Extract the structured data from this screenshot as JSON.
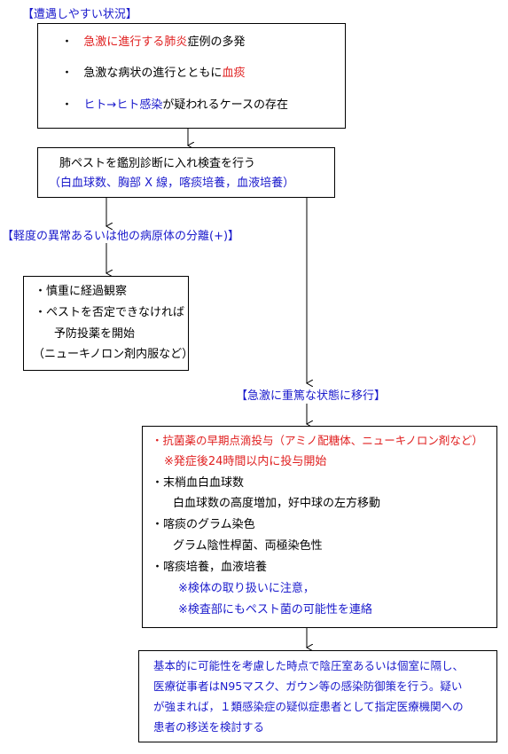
{
  "labels": {
    "situation": "【遭遇しやすい状況】",
    "mild": "【軽度の異常あるいは他の病原体の分離(+)】",
    "severe": "【急激に重篤な状態に移行】"
  },
  "situation_box": {
    "items": [
      {
        "bullet": "・",
        "red": "急激に進行する肺炎",
        "black": "症例の多発",
        "blue": ""
      },
      {
        "bullet": "・",
        "black": "急激な病状の進行とともに",
        "red": "血痰",
        "blue": ""
      },
      {
        "bullet": "・",
        "blue": "ヒト→ヒト感染",
        "black": "が疑われるケースの存在",
        "red": ""
      }
    ]
  },
  "exam_box": {
    "line1": "肺ペストを鑑別診断に入れ検査を行う",
    "line2": "（白血球数、胸部 X 線，喀痰培養，血液培養）"
  },
  "mild_box": {
    "line1": "・慎重に経過観察",
    "line2": "・ペストを否定できなければ",
    "line3": "予防投薬を開始",
    "line4": "（ニューキノロン剤内服など）"
  },
  "severe_box": {
    "l1": "・抗菌薬の早期点滴投与（アミノ配糖体、ニューキノロン剤など）",
    "l2": "※発症後24時間以内に投与開始",
    "l3": "・末梢血白血球数",
    "l4": "白血球数の高度増加，好中球の左方移動",
    "l5": "・喀痰のグラム染色",
    "l6": "グラム陰性桿菌、両極染色性",
    "l7": "・喀痰培養，血液培養",
    "l8": "※検体の取り扱いに注意，",
    "l9": "※検査部にもペスト菌の可能性を連絡"
  },
  "final_box": {
    "l1": "基本的に可能性を考慮した時点で陰圧室あるいは個室に隔し、",
    "l2": "医療従事者はN95マスク、ガウン等の感染防御策を行う。疑い",
    "l3": "が強まれば，１類感染症の疑似症患者として指定医療機関への",
    "l4": "患者の移送を検討する"
  },
  "colors": {
    "blue_text": "#1a1acc",
    "red_text": "#e02020",
    "border": "#000000"
  }
}
